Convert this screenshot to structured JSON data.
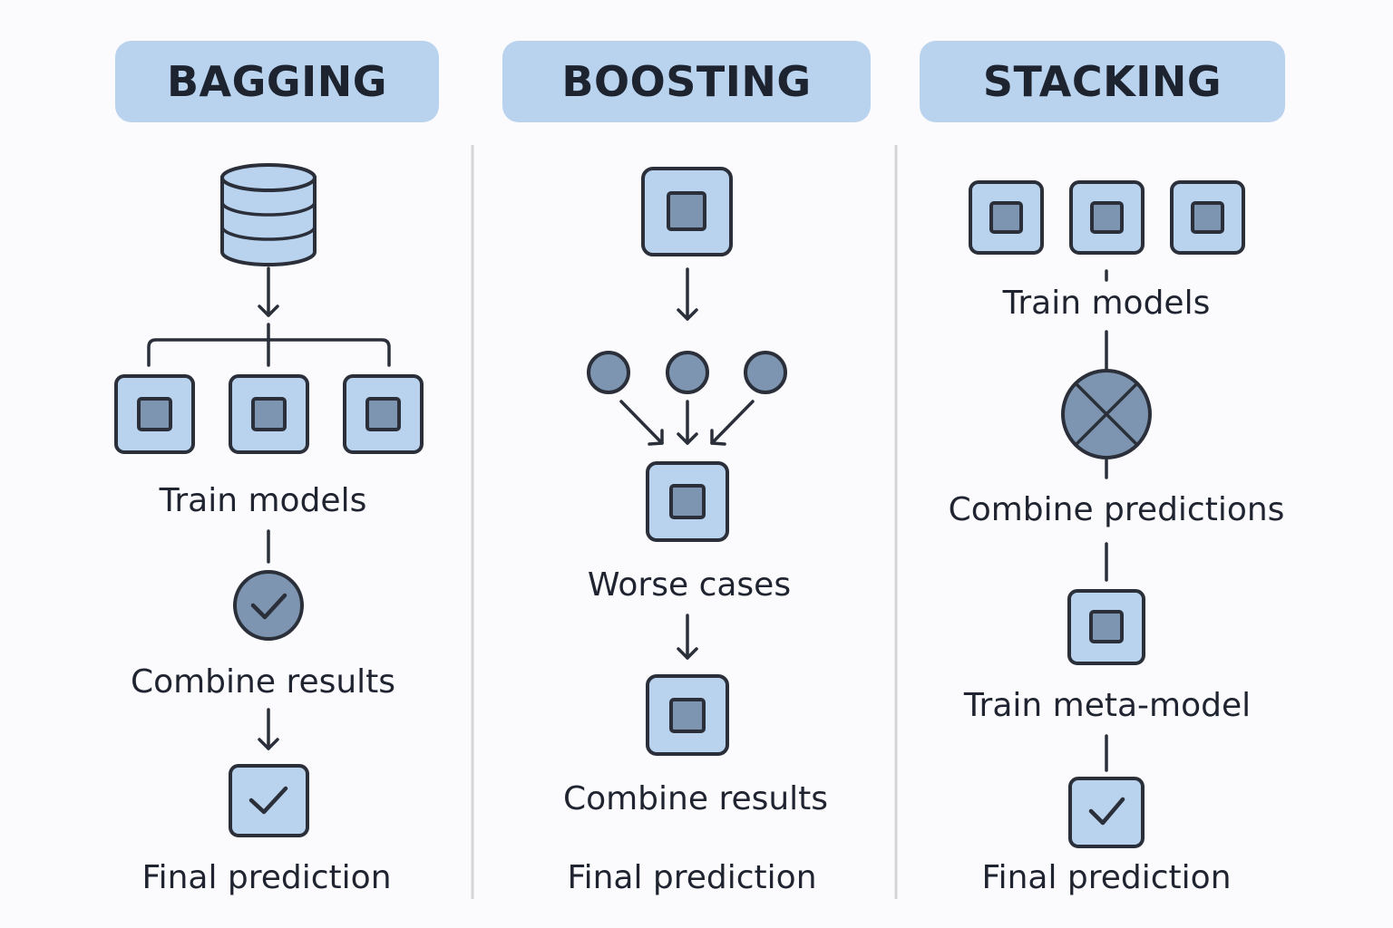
{
  "colors": {
    "header_bg": "#b9d3ee",
    "box_fill": "#b9d3ee",
    "inner_fill": "#7d95b0",
    "stroke": "#2a2f3a",
    "divider": "#d4d4d8"
  },
  "columns": {
    "bagging": {
      "title": "BAGGING",
      "train_models": "Train models",
      "combine_results": "Combine results",
      "final_prediction": "Final prediction"
    },
    "boosting": {
      "title": "BOOSTING",
      "worse_cases": "Worse cases",
      "combine_results": "Combine results",
      "final_prediction": "Final prediction"
    },
    "stacking": {
      "title": "STACKING",
      "train_models": "Train models",
      "combine_predictions": "Combine predictions",
      "train_meta_model": "Train meta-model",
      "final_prediction": "Final prediction"
    }
  },
  "icons": [
    "database-icon",
    "model-box-icon",
    "check-circle-icon",
    "check-box-icon",
    "data-point-icon",
    "combiner-x-circle-icon",
    "arrow-down-icon"
  ]
}
